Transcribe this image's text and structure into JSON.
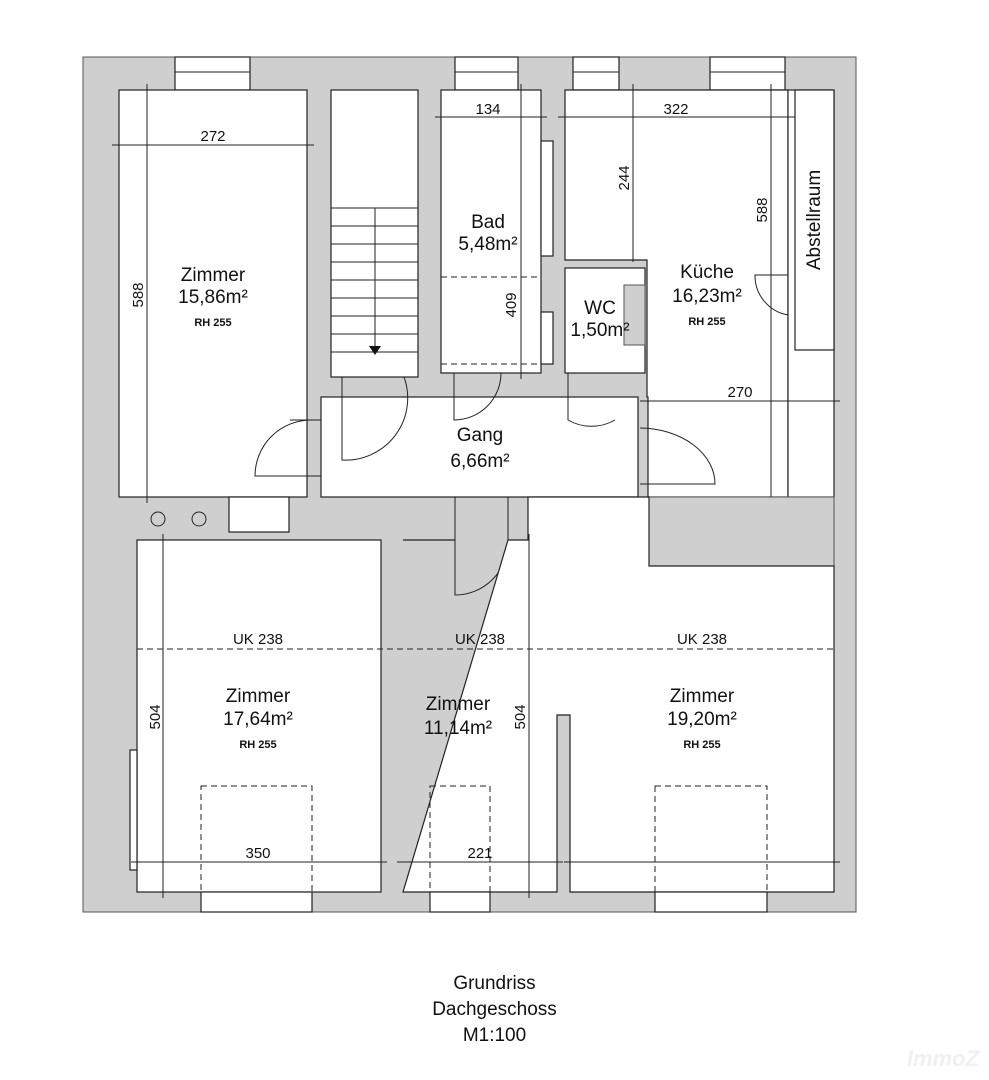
{
  "rooms": {
    "zimmer_top": {
      "name": "Zimmer",
      "area": "15,86m²",
      "rh": "RH 255",
      "width": "272",
      "height": "588"
    },
    "bad": {
      "name": "Bad",
      "area": "5,48m²",
      "width": "134",
      "height": "409"
    },
    "wc": {
      "name": "WC",
      "area": "1,50m²"
    },
    "kueche": {
      "name": "Küche",
      "area": "16,23m²",
      "rh": "RH 255",
      "width": "322",
      "height1": "244",
      "height2": "588",
      "width2": "270"
    },
    "abstellraum": {
      "name": "Abstellraum"
    },
    "gang": {
      "name": "Gang",
      "area": "6,66m²"
    },
    "zimmer_bl": {
      "name": "Zimmer",
      "area": "17,64m²",
      "rh": "RH 255",
      "uk": "UK 238",
      "width": "350",
      "height": "504"
    },
    "zimmer_bm": {
      "name": "Zimmer",
      "area": "11,14m²",
      "uk": "UK 238",
      "width": "221",
      "height": "504"
    },
    "zimmer_br": {
      "name": "Zimmer",
      "area": "19,20m²",
      "rh": "RH 255",
      "uk": "UK 238"
    }
  },
  "caption": {
    "line1": "Grundriss",
    "line2": "Dachgeschoss",
    "line3": "M1:100"
  },
  "watermark": "ImmoZ"
}
